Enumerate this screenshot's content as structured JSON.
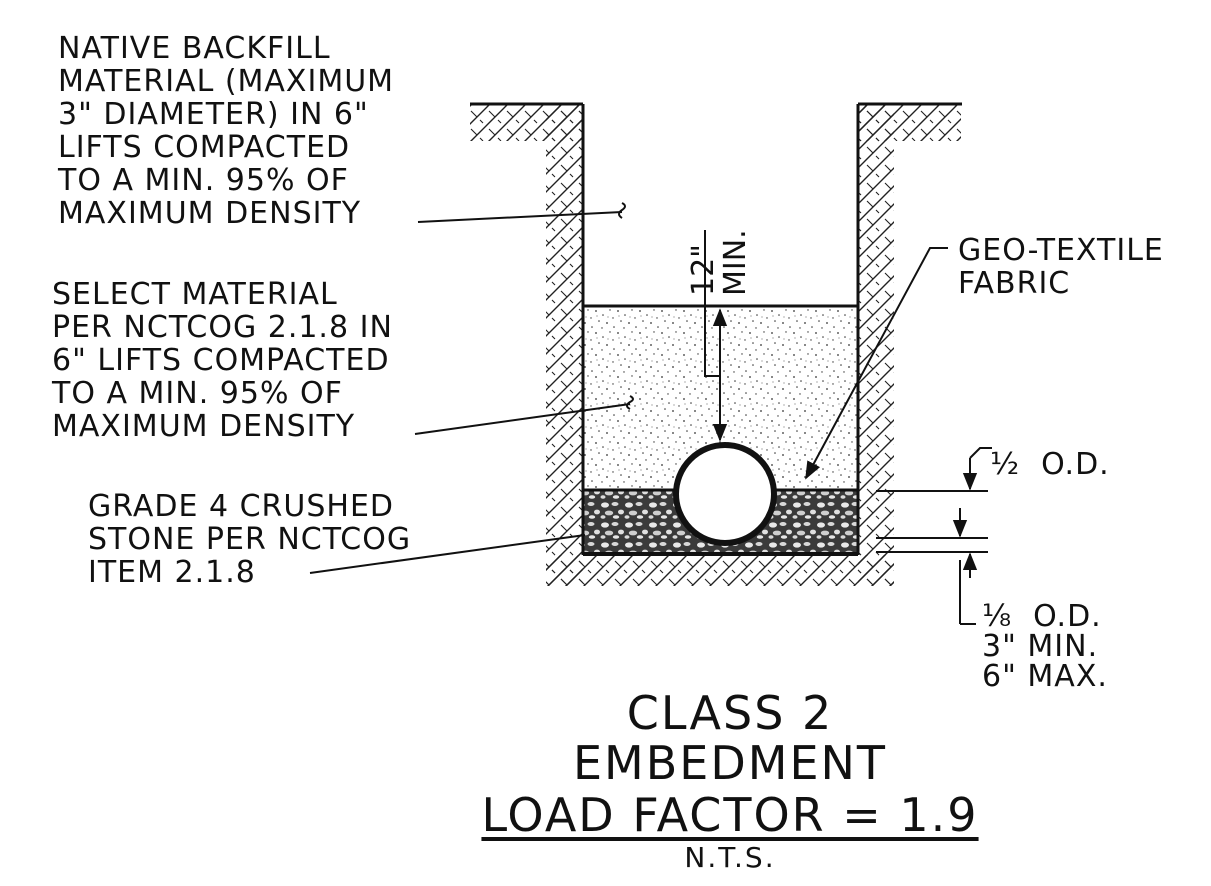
{
  "labels": {
    "native_backfill": "NATIVE BACKFILL\nMATERIAL (MAXIMUM\n3\" DIAMETER) IN 6\"\nLIFTS COMPACTED\nTO A MIN. 95% OF\nMAXIMUM DENSITY",
    "select_material": "SELECT MATERIAL\nPER NCTCOG 2.1.8 IN\n6\" LIFTS COMPACTED\nTO A MIN. 95% OF\nMAXIMUM DENSITY",
    "crushed_stone": "GRADE 4 CRUSHED\nSTONE PER NCTCOG\nITEM 2.1.8",
    "geotextile": "GEO-TEXTILE\nFABRIC",
    "cover_min": "12\"",
    "cover_min_word": "MIN.",
    "half_od": "½  O.D.",
    "eighth_od": "⅛  O.D.",
    "min_3": "3\" MIN.",
    "max_6": "6\" MAX."
  },
  "title": {
    "line1": "CLASS 2",
    "line2": "EMBEDMENT",
    "line3": "LOAD FACTOR = 1.9",
    "scale": "N.T.S."
  }
}
